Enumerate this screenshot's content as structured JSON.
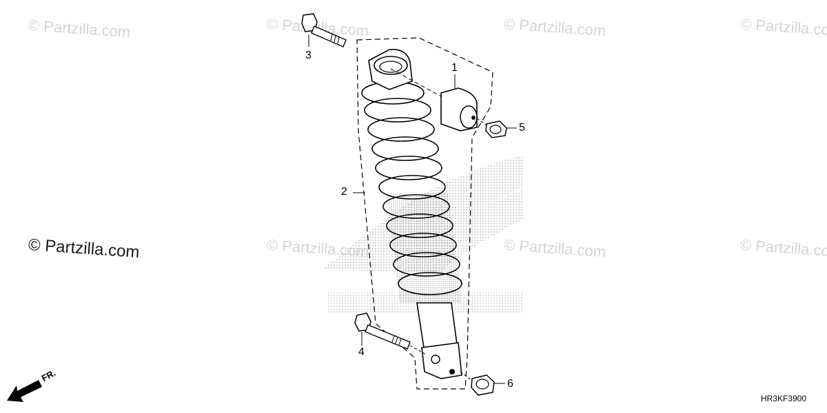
{
  "watermarks": {
    "faint": "© Partzilla.com",
    "strong": "© Partzilla.com"
  },
  "callouts": {
    "part1": "1",
    "part2": "2",
    "part3": "3",
    "part4": "4",
    "part5": "5",
    "part6": "6"
  },
  "front_indicator": "FR.",
  "diagram_code": "HR3KF3900",
  "colors": {
    "watermark": "#d4d4d4",
    "line": "#000000",
    "honda_logo_dots": "#b0b0b0"
  }
}
